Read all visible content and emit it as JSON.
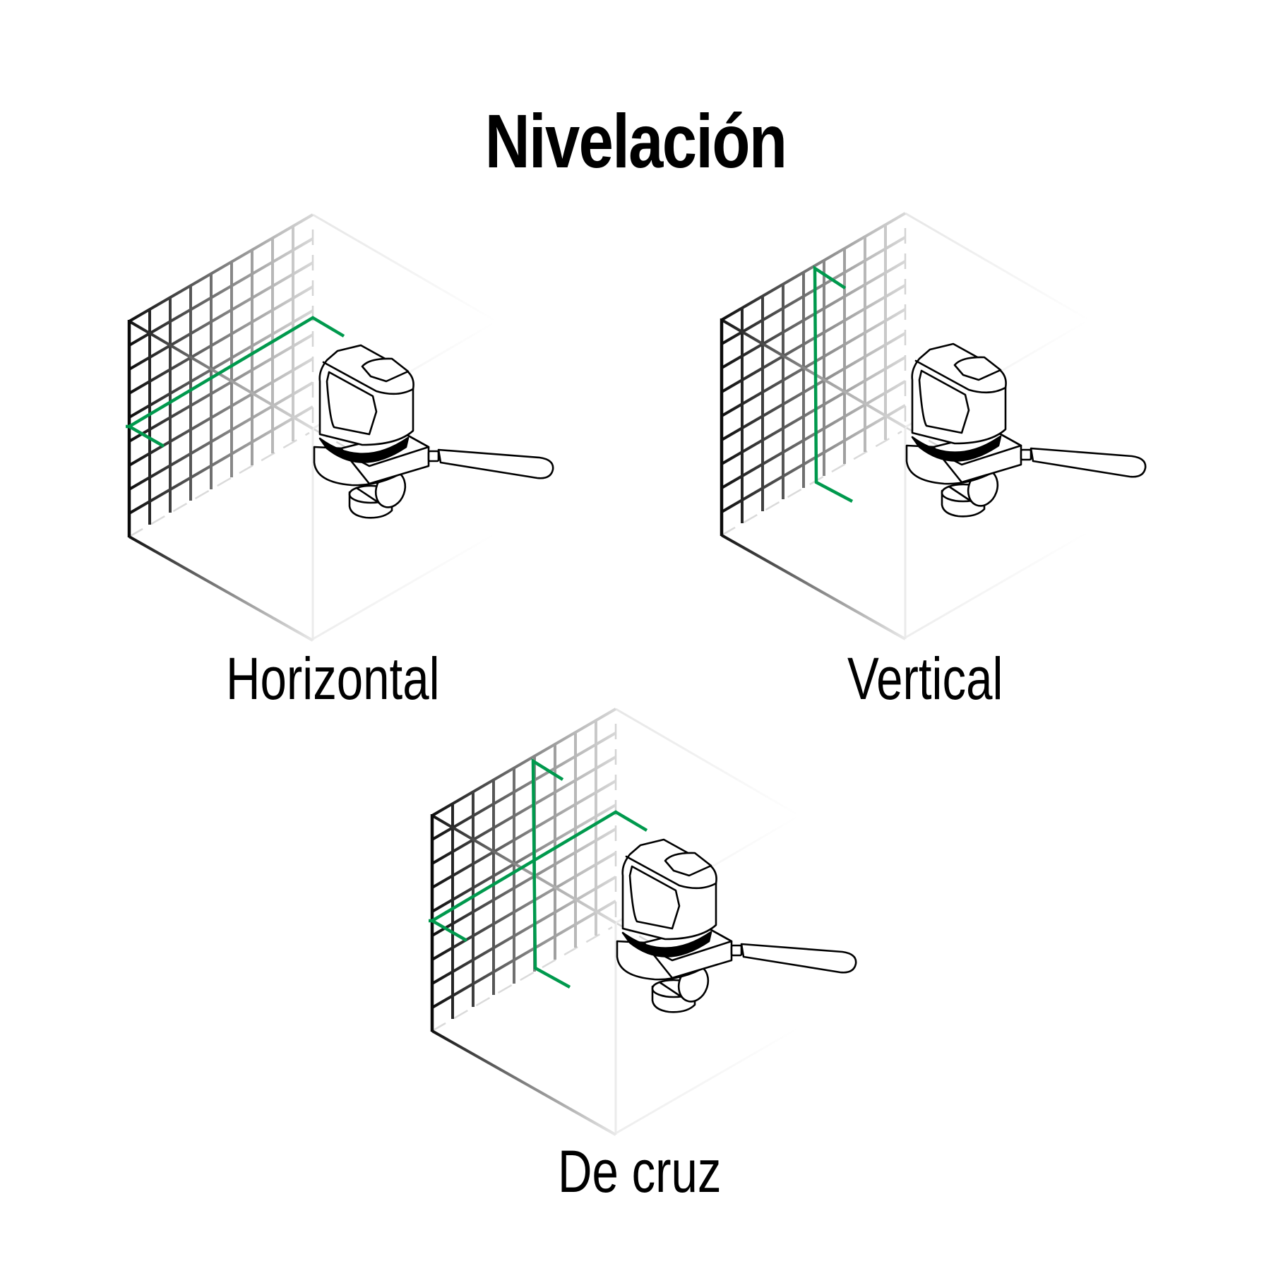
{
  "title": "Nivelación",
  "colors": {
    "laser_green": "#00994D",
    "outline": "#000000",
    "grid_dark": "#111111",
    "grid_light": "#e6e6e6",
    "background": "#ffffff"
  },
  "scenes": [
    {
      "id": "horizontal",
      "label": "Horizontal",
      "laser_lines": [
        "horizontal"
      ],
      "icons": [
        "room-corner-grid-icon",
        "laser-level-device-icon",
        "green-laser-line-icon"
      ]
    },
    {
      "id": "vertical",
      "label": "Vertical",
      "laser_lines": [
        "vertical"
      ],
      "icons": [
        "room-corner-grid-icon",
        "laser-level-device-icon",
        "green-laser-line-icon"
      ]
    },
    {
      "id": "cross",
      "label": "De cruz",
      "laser_lines": [
        "horizontal",
        "vertical"
      ],
      "icons": [
        "room-corner-grid-icon",
        "laser-level-device-icon",
        "green-laser-line-icon"
      ]
    }
  ]
}
